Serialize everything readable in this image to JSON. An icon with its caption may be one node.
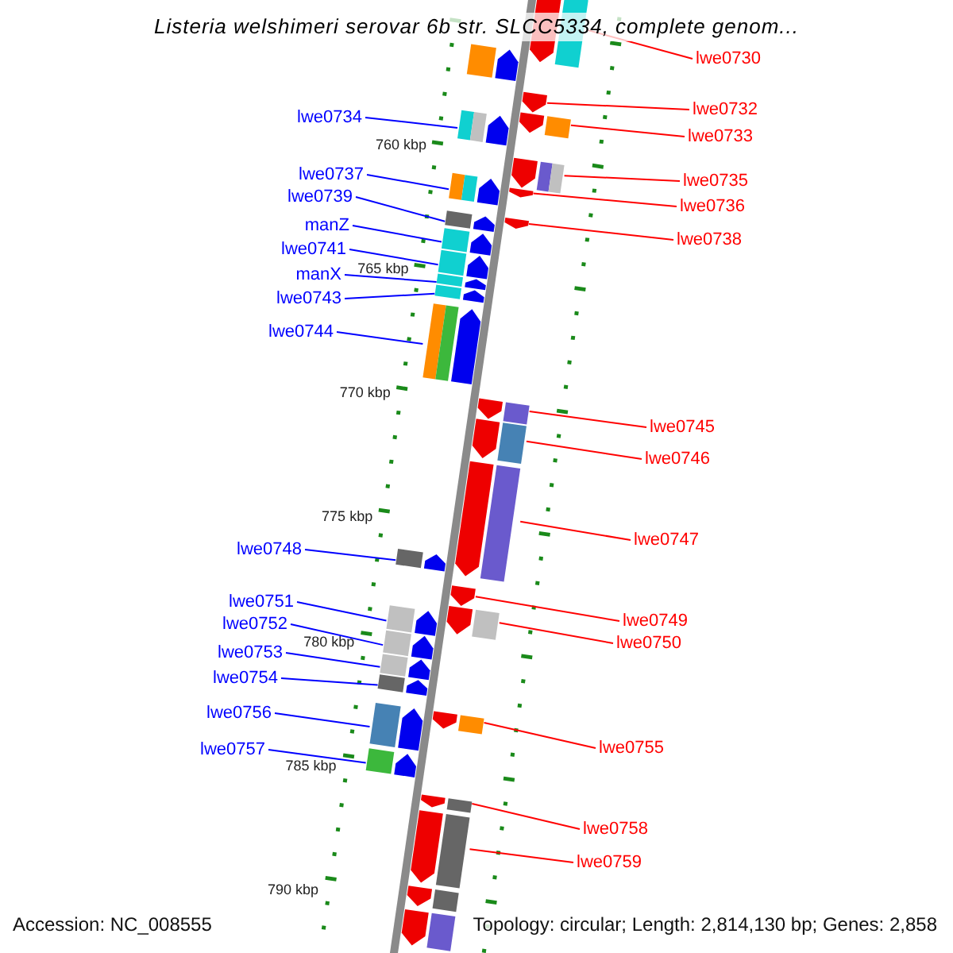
{
  "diagram": {
    "title": "Listeria welshimeri serovar 6b str. SLCC5334, complete genom...",
    "nodes": [
      {
        "text": [
          "lwe0730"
        ]
      },
      {
        "text": [
          "lwe0732"
        ]
      },
      {
        "text": [
          "lwe0734"
        ]
      },
      {
        "text": [
          "lwe0733"
        ]
      },
      {
        "text": [
          "lwe0737"
        ]
      },
      {
        "text": [
          "lwe0735"
        ]
      },
      {
        "text": [
          "lwe0739"
        ]
      },
      {
        "text": [
          "lwe0736"
        ]
      },
      {
        "text": [
          "manZ"
        ]
      },
      {
        "text": [
          "lwe0738"
        ]
      },
      {
        "text": [
          "lwe0741"
        ]
      },
      {
        "text": [
          "manX"
        ]
      },
      {
        "text": [
          "lwe0743"
        ]
      },
      {
        "text": [
          "lwe0744"
        ]
      },
      {
        "text": [
          "lwe0745"
        ]
      },
      {
        "text": [
          "lwe0746"
        ]
      },
      {
        "text": [
          "lwe0747"
        ]
      },
      {
        "text": [
          "lwe0748"
        ]
      },
      {
        "text": [
          "lwe0751"
        ]
      },
      {
        "text": [
          "lwe0749"
        ]
      },
      {
        "text": [
          "lwe0752"
        ]
      },
      {
        "text": [
          "lwe0750"
        ]
      },
      {
        "text": [
          "lwe0753"
        ]
      },
      {
        "text": [
          "lwe0754"
        ]
      },
      {
        "text": [
          "lwe0756"
        ]
      },
      {
        "text": [
          "lwe0755"
        ]
      },
      {
        "text": [
          "lwe0757"
        ]
      },
      {
        "text": [
          "lwe0758"
        ]
      },
      {
        "text": [
          "lwe0759"
        ]
      },
      {
        "text": [],
        "shape": "bar"
      },
      {
        "text": [],
        "shape": "bar"
      },
      {
        "text": [],
        "shape": "bar"
      },
      {
        "text": [],
        "shape": "bar"
      },
      {
        "text": [],
        "shape": "bar"
      },
      {
        "text": [],
        "shape": "bar"
      },
      {
        "text": [],
        "shape": "bar"
      },
      {
        "text": [],
        "shape": "bar"
      },
      {
        "text": [],
        "shape": "bar"
      },
      {
        "text": [],
        "shape": "bar"
      },
      {
        "text": [],
        "shape": "bar"
      },
      {
        "text": [],
        "shape": "bar"
      },
      {
        "text": [],
        "shape": "bar"
      },
      {
        "text": [],
        "shape": "bar"
      },
      {
        "text": [],
        "shape": "bar"
      },
      {
        "text": [],
        "shape": "bar"
      },
      {
        "text": [],
        "shape": "bar"
      },
      {
        "text": [],
        "shape": "bar"
      },
      {
        "text": [],
        "shape": "bar"
      },
      {
        "text": [],
        "shape": "bar"
      },
      {
        "text": [],
        "shape": "bar"
      },
      {
        "text": [],
        "shape": "bar"
      },
      {
        "text": [],
        "shape": "bar"
      },
      {
        "text": [],
        "shape": "bar"
      },
      {
        "text": [],
        "shape": "bar"
      },
      {
        "text": [],
        "shape": "bar"
      },
      {
        "text": [],
        "shape": "bar"
      },
      {
        "text": [],
        "shape": "bar"
      },
      {
        "text": [],
        "shape": "bar"
      },
      {
        "text": [],
        "shape": "bar"
      },
      {
        "text": [],
        "shape": "bar"
      },
      {
        "text": [],
        "shape": "bar"
      }
    ],
    "edges": [
      {
        "from": 0,
        "to": 29,
        "arrow": "none",
        "color": "#ff0000"
      },
      {
        "from": 1,
        "to": 30,
        "arrow": "none",
        "color": "#ff0000"
      },
      {
        "from": 2,
        "to": 31,
        "arrow": "none",
        "color": "#0000ff"
      },
      {
        "from": 3,
        "to": 32,
        "arrow": "none",
        "color": "#ff0000"
      },
      {
        "from": 4,
        "to": 33,
        "arrow": "none",
        "color": "#0000ff"
      },
      {
        "from": 5,
        "to": 34,
        "arrow": "none",
        "color": "#ff0000"
      },
      {
        "from": 6,
        "to": 35,
        "arrow": "none",
        "color": "#0000ff"
      },
      {
        "from": 7,
        "to": 36,
        "arrow": "none",
        "color": "#ff0000"
      },
      {
        "from": 8,
        "to": 37,
        "arrow": "none",
        "color": "#0000ff"
      },
      {
        "from": 9,
        "to": 38,
        "arrow": "none",
        "color": "#ff0000"
      },
      {
        "from": 10,
        "to": 39,
        "arrow": "none",
        "color": "#0000ff"
      },
      {
        "from": 11,
        "to": 40,
        "arrow": "none",
        "color": "#0000ff"
      },
      {
        "from": 12,
        "to": 41,
        "arrow": "none",
        "color": "#0000ff"
      },
      {
        "from": 13,
        "to": 42,
        "arrow": "none",
        "color": "#0000ff"
      },
      {
        "from": 14,
        "to": 43,
        "arrow": "none",
        "color": "#ff0000"
      },
      {
        "from": 15,
        "to": 44,
        "arrow": "none",
        "color": "#ff0000"
      },
      {
        "from": 16,
        "to": 45,
        "arrow": "none",
        "color": "#ff0000"
      },
      {
        "from": 17,
        "to": 46,
        "arrow": "none",
        "color": "#0000ff"
      },
      {
        "from": 18,
        "to": 47,
        "arrow": "none",
        "color": "#0000ff"
      },
      {
        "from": 19,
        "to": 48,
        "arrow": "none",
        "color": "#ff0000"
      },
      {
        "from": 20,
        "to": 49,
        "arrow": "none",
        "color": "#0000ff"
      },
      {
        "from": 21,
        "to": 50,
        "arrow": "none",
        "color": "#ff0000"
      },
      {
        "from": 22,
        "to": 51,
        "arrow": "none",
        "color": "#0000ff"
      },
      {
        "from": 23,
        "to": 52,
        "arrow": "none",
        "color": "#0000ff"
      },
      {
        "from": 24,
        "to": 53,
        "arrow": "none",
        "color": "#0000ff"
      },
      {
        "from": 25,
        "to": 54,
        "arrow": "none",
        "color": "#ff0000"
      },
      {
        "from": 26,
        "to": 55,
        "arrow": "none",
        "color": "#0000ff"
      },
      {
        "from": 27,
        "to": 56,
        "arrow": "none",
        "color": "#ff0000"
      },
      {
        "from": 28,
        "to": 57,
        "arrow": "none",
        "color": "#ff0000"
      }
    ],
    "labels": [
      "760 kbp",
      "765 kbp",
      "770 kbp",
      "775 kbp",
      "780 kbp",
      "785 kbp",
      "790 kbp",
      "Accession: NC_008555",
      "Topology: circular; Length: 2,814,130 bp; Genes: 2,858"
    ]
  }
}
